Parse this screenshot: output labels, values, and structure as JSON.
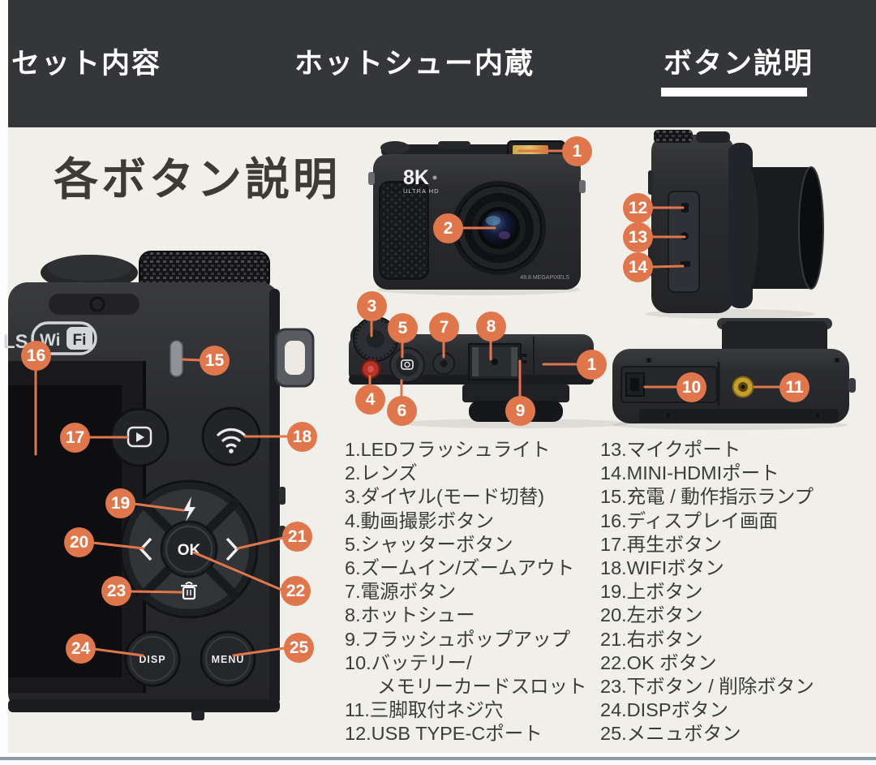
{
  "tabs": [
    {
      "label": "セット内容",
      "active": false
    },
    {
      "label": "ホットシュー内蔵",
      "active": false
    },
    {
      "label": "ボタン説明",
      "active": true
    }
  ],
  "title": "各ボタン説明",
  "accent_color": "#e0764c",
  "header_bg": "#35363a",
  "content_bg": "#f1efe9",
  "camera_labels": {
    "brand": "LS",
    "wifi_wi": "Wi",
    "wifi_fi": "Fi",
    "front_main": "8K",
    "front_sub": "ULTRA HD",
    "front_megapixels": "48.8 MEGAPIXELS",
    "dpad_ok": "OK",
    "btn_disp": "DISP",
    "btn_menu": "MENU"
  },
  "callouts": [
    "1",
    "2",
    "12",
    "13",
    "14",
    "3",
    "5",
    "7",
    "8",
    "4",
    "6",
    "9",
    "1",
    "10",
    "11",
    "16",
    "15",
    "17",
    "18",
    "19",
    "20",
    "21",
    "23",
    "22",
    "24",
    "25"
  ],
  "parts_list": {
    "left": [
      "1.LEDフラッシュライト",
      "2.レンズ",
      "3.ダイヤル(モード切替)",
      "4.動画撮影ボタン",
      "5.シャッターボタン",
      "6.ズームイン/ズームアウト",
      "7.電源ボタン",
      "8.ホットシュー",
      "9.フラッシュポップアップ",
      "10.バッテリー/",
      "メモリーカードスロット",
      "11.三脚取付ネジ穴",
      "12.USB TYPE-Cポート"
    ],
    "right": [
      "13.マイクポート",
      "14.MINI-HDMIポート",
      "15.充電 / 動作指示ランプ",
      "16.ディスプレイ画面",
      "17.再生ボタン",
      "18.WIFIボタン",
      "19.上ボタン",
      "20.左ボタン",
      "21.右ボタン",
      "22.OK ボタン",
      "23.下ボタン / 削除ボタン",
      "24.DISPボタン",
      "25.メニュボタン"
    ]
  }
}
